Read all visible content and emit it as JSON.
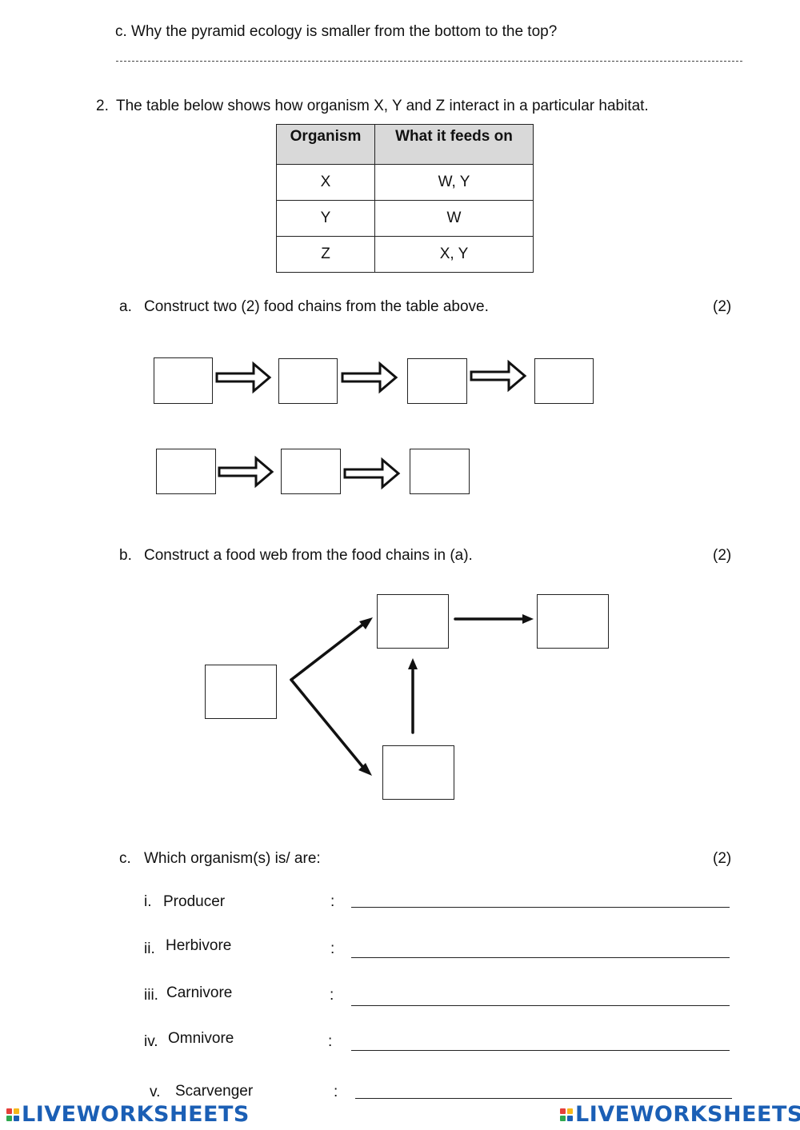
{
  "question_c_prev": "c. Why the pyramid ecology is smaller from the bottom to the top?",
  "q2": {
    "number": "2.",
    "stem": "The table below shows how organism X, Y and Z interact in a particular habitat.",
    "table": {
      "headers": [
        "Organism",
        "What it feeds on"
      ],
      "rows": [
        [
          "X",
          "W, Y"
        ],
        [
          "Y",
          "W"
        ],
        [
          "Z",
          "X, Y"
        ]
      ]
    },
    "part_a": {
      "label": "a.",
      "text": "Construct two (2) food chains from the table above.",
      "marks": "(2)"
    },
    "part_b": {
      "label": "b.",
      "text": "Construct a food web from the food chains in (a).",
      "marks": "(2)"
    },
    "part_c": {
      "label": "c.",
      "text": "Which organism(s) is/ are:",
      "marks": "(2)",
      "items": [
        {
          "num": "i.",
          "label": "Producer"
        },
        {
          "num": "ii.",
          "label": "Herbivore"
        },
        {
          "num": "iii.",
          "label": "Carnivore"
        },
        {
          "num": "iv.",
          "label": "Omnivore"
        },
        {
          "num": "v.",
          "label": "Scarvenger"
        }
      ],
      "colon": ":"
    }
  },
  "footer": {
    "brand_left": "LIVEWORKSHEETS",
    "brand_right": "LIVEWORKSHEETS"
  },
  "colors": {
    "brand": "#1b5fb5",
    "header_fill": "#d9d9d9"
  }
}
